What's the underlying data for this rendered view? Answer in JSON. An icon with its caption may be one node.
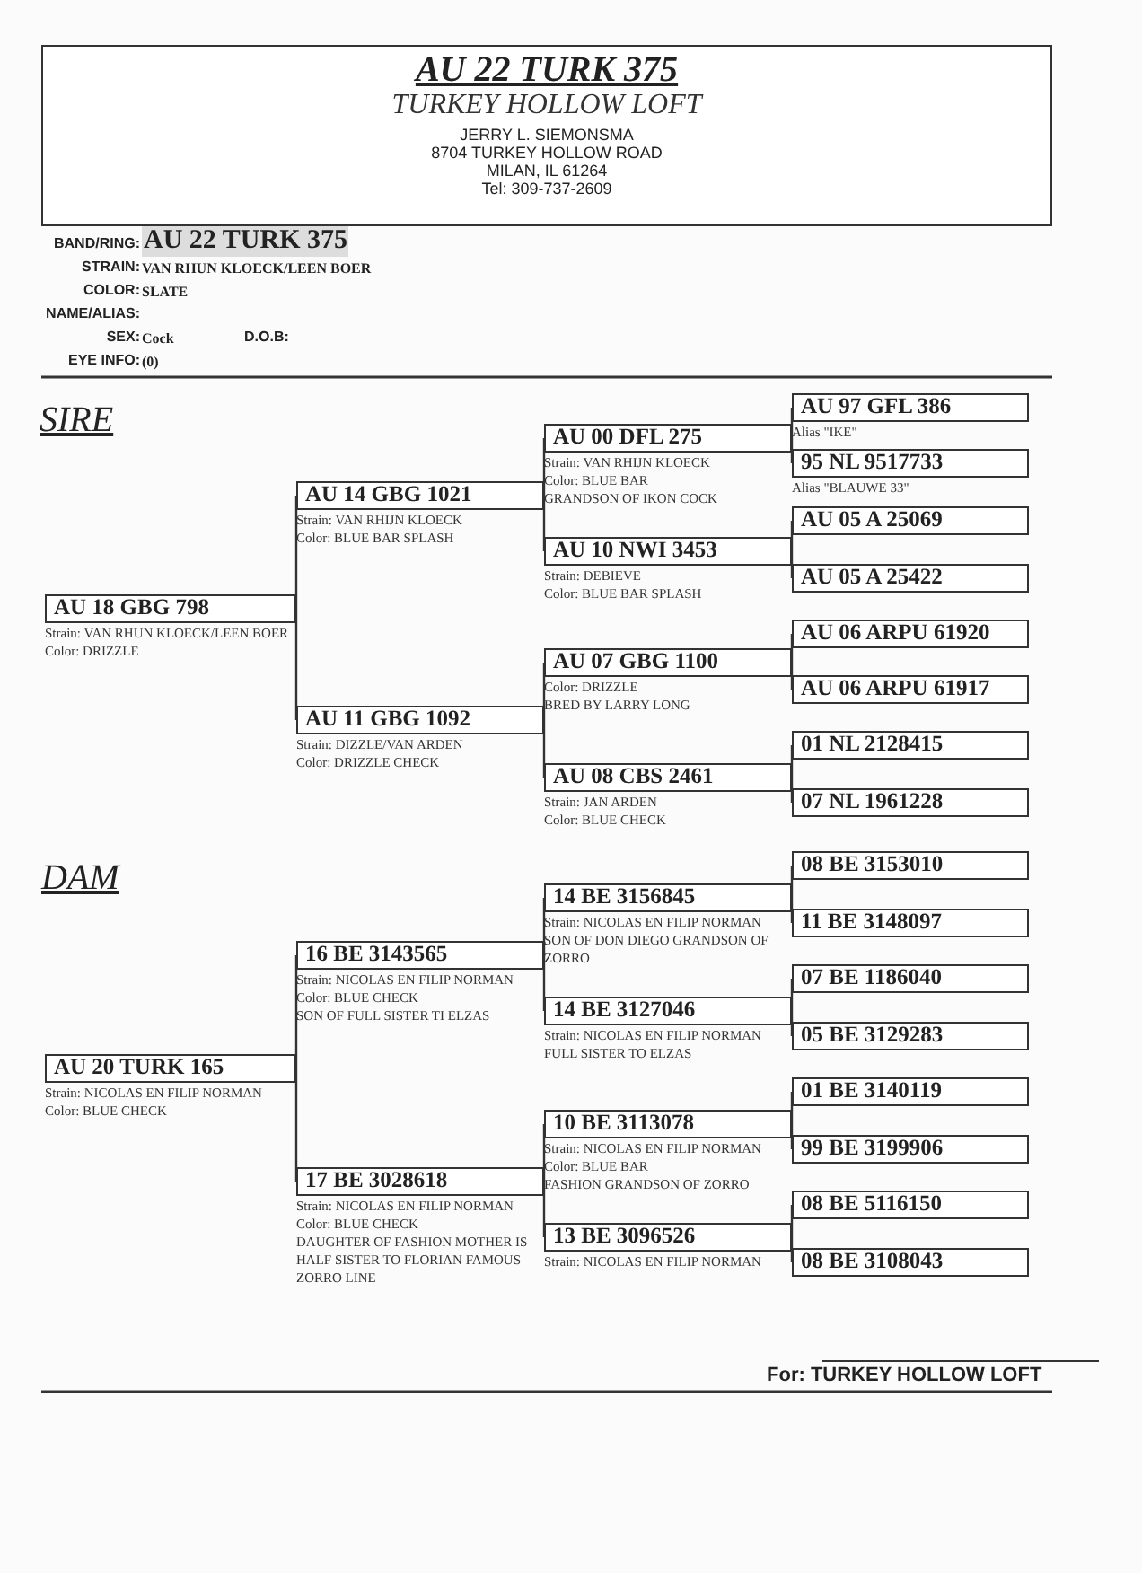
{
  "diagram": {
    "title": "AU 22 TURK 375",
    "nodes": [
      {
        "text": [
          "TURKEY HOLLOW LOFT",
          "JERRY L. SIEMONSMA",
          "8704 TURKEY HOLLOW ROAD",
          "MILAN, IL 61264",
          "Tel: 309-737-2609"
        ]
      },
      {
        "text": [
          "AU 18 GBG 798"
        ],
        "beside": [
          "Strain: VAN RHUN KLOECK/LEEN BOER",
          "Color: DRIZZLE"
        ]
      },
      {
        "text": [
          "AU 14 GBG 1021"
        ],
        "beside": [
          "Strain: VAN RHIJN KLOECK",
          "Color: BLUE BAR SPLASH"
        ]
      },
      {
        "text": [
          "AU 00 DFL 275"
        ],
        "beside": [
          "Strain: VAN RHIJN KLOECK",
          "Color: BLUE BAR",
          "GRANDSON OF IKON COCK"
        ]
      },
      {
        "text": [
          "AU 97 GFL 386"
        ],
        "beside": [
          "Alias \"IKE\""
        ]
      },
      {
        "text": [
          "95 NL 9517733"
        ],
        "beside": [
          "Alias \"BLAUWE 33\""
        ]
      },
      {
        "text": [
          "AU 10 NWI 3453"
        ],
        "beside": [
          "Strain: DEBIEVE",
          "Color: BLUE BAR SPLASH"
        ]
      },
      {
        "text": [
          "AU 05 A 25069"
        ]
      },
      {
        "text": [
          "AU 05 A 25422"
        ]
      },
      {
        "text": [
          "AU 11 GBG 1092"
        ],
        "beside": [
          "Strain: DIZZLE/VAN ARDEN",
          "Color: DRIZZLE CHECK"
        ]
      },
      {
        "text": [
          "AU 07 GBG 1100"
        ],
        "beside": [
          "Color: DRIZZLE",
          "BRED BY LARRY LONG"
        ]
      },
      {
        "text": [
          "AU 06 ARPU 61920"
        ]
      },
      {
        "text": [
          "AU 06 ARPU 61917"
        ]
      },
      {
        "text": [
          "AU 08 CBS 2461"
        ],
        "beside": [
          "Strain: JAN ARDEN",
          "Color: BLUE CHECK"
        ]
      },
      {
        "text": [
          "01 NL 2128415"
        ]
      },
      {
        "text": [
          "07 NL 1961228"
        ]
      },
      {
        "text": [
          "AU 20 TURK 165"
        ],
        "beside": [
          "Strain: NICOLAS EN FILIP NORMAN",
          "Color: BLUE CHECK"
        ]
      },
      {
        "text": [
          "16 BE 3143565"
        ],
        "beside": [
          "Strain: NICOLAS EN FILIP NORMAN",
          "Color: BLUE CHECK",
          "SON OF FULL SISTER TI ELZAS"
        ]
      },
      {
        "text": [
          "14 BE 3156845"
        ],
        "beside": [
          "Strain: NICOLAS EN FILIP NORMAN",
          "SON OF DON DIEGO GRANDSON OF ZORRO"
        ]
      },
      {
        "text": [
          "08 BE 3153010"
        ]
      },
      {
        "text": [
          "11 BE 3148097"
        ]
      },
      {
        "text": [
          "14 BE 3127046"
        ],
        "beside": [
          "Strain: NICOLAS EN FILIP NORMAN",
          "FULL SISTER TO ELZAS"
        ]
      },
      {
        "text": [
          "07 BE 1186040"
        ]
      },
      {
        "text": [
          "05 BE 3129283"
        ]
      },
      {
        "text": [
          "17 BE 3028618"
        ],
        "beside": [
          "Strain: NICOLAS EN FILIP NORMAN",
          "Color: BLUE CHECK",
          "DAUGHTER OF FASHION MOTHER IS HALF SISTER TO FLORIAN FAMOUS ZORRO LINE"
        ]
      },
      {
        "text": [
          "10 BE 3113078"
        ],
        "beside": [
          "Strain: NICOLAS EN FILIP NORMAN",
          "Color: BLUE BAR",
          "FASHION GRANDSON OF ZORRO"
        ]
      },
      {
        "text": [
          "01 BE 3140119"
        ]
      },
      {
        "text": [
          "99 BE 3199906"
        ]
      },
      {
        "text": [
          "13 BE 3096526"
        ],
        "beside": [
          "Strain: NICOLAS EN FILIP NORMAN"
        ]
      },
      {
        "text": [
          "08 BE 5116150"
        ]
      },
      {
        "text": [
          "08 BE 3108043"
        ]
      }
    ],
    "edges": [
      {
        "from": 1,
        "to": 2,
        "arrow": "none"
      },
      {
        "from": 1,
        "to": 9,
        "arrow": "none"
      },
      {
        "from": 2,
        "to": 3,
        "arrow": "none"
      },
      {
        "from": 2,
        "to": 6,
        "arrow": "none"
      },
      {
        "from": 3,
        "to": 4,
        "arrow": "none"
      },
      {
        "from": 3,
        "to": 5,
        "arrow": "none"
      },
      {
        "from": 6,
        "to": 7,
        "arrow": "none"
      },
      {
        "from": 6,
        "to": 8,
        "arrow": "none"
      },
      {
        "from": 9,
        "to": 10,
        "arrow": "none"
      },
      {
        "from": 9,
        "to": 13,
        "arrow": "none"
      },
      {
        "from": 10,
        "to": 11,
        "arrow": "none"
      },
      {
        "from": 10,
        "to": 12,
        "arrow": "none"
      },
      {
        "from": 13,
        "to": 14,
        "arrow": "none"
      },
      {
        "from": 13,
        "to": 15,
        "arrow": "none"
      },
      {
        "from": 16,
        "to": 17,
        "arrow": "none"
      },
      {
        "from": 16,
        "to": 24,
        "arrow": "none"
      },
      {
        "from": 17,
        "to": 18,
        "arrow": "none"
      },
      {
        "from": 17,
        "to": 21,
        "arrow": "none"
      },
      {
        "from": 18,
        "to": 19,
        "arrow": "none"
      },
      {
        "from": 18,
        "to": 20,
        "arrow": "none"
      },
      {
        "from": 21,
        "to": 22,
        "arrow": "none"
      },
      {
        "from": 21,
        "to": 23,
        "arrow": "none"
      },
      {
        "from": 24,
        "to": 25,
        "arrow": "none"
      },
      {
        "from": 24,
        "to": 28,
        "arrow": "none"
      },
      {
        "from": 25,
        "to": 26,
        "arrow": "none"
      },
      {
        "from": 25,
        "to": 27,
        "arrow": "none"
      },
      {
        "from": 28,
        "to": 29,
        "arrow": "none"
      },
      {
        "from": 28,
        "to": 30,
        "arrow": "none"
      }
    ],
    "labels": [
      "BAND/RING:",
      "AU 22 TURK 375",
      "STRAIN:",
      "VAN RHUN KLOECK/LEEN BOER",
      "COLOR:",
      "SLATE",
      "NAME/ALIAS:",
      "SEX:",
      "Cock",
      "D.O.B:",
      "EYE INFO:",
      "(0)",
      "SIRE",
      "DAM",
      "For: TURKEY HOLLOW LOFT"
    ]
  }
}
